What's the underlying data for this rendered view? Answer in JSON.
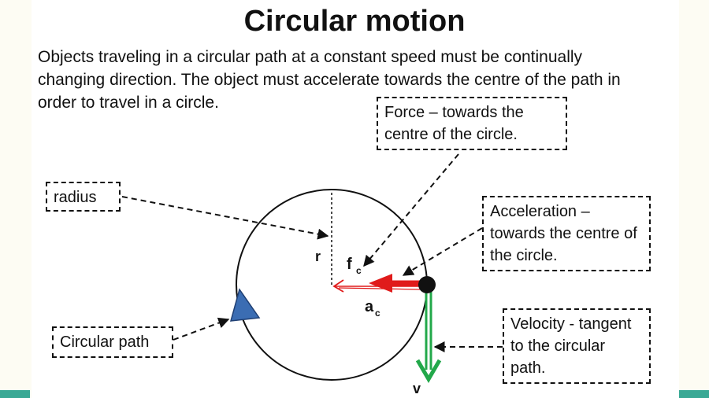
{
  "title": "Circular motion",
  "intro": "Objects traveling in a circular path at a constant speed must be continually changing direction. The object must accelerate towards the centre of the path in order to travel in a circle.",
  "labels": {
    "force": "Force – towards the centre of the circle.",
    "radius": "radius",
    "acceleration": "Acceleration – towards the centre of the circle.",
    "circular_path": "Circular path",
    "velocity": "Velocity - tangent to the circular path."
  },
  "symbols": {
    "r": "r",
    "f": "f",
    "f_sub": "c",
    "a": "a",
    "a_sub": "c",
    "v": "v"
  },
  "colors": {
    "acceleration_arrow": "#e01b1b",
    "velocity_arrow": "#22a84a",
    "direction_marker": "#3b6db3",
    "accent_bar": "#3aa995"
  }
}
